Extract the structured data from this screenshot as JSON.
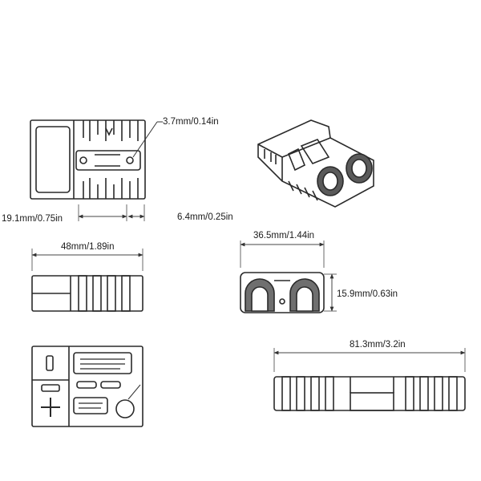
{
  "dimensions": {
    "pin_hole": "3.7mm/0.14in",
    "terminal_offset": "19.1mm/0.75in",
    "pin_spacing": "6.4mm/0.25in",
    "length_short": "48mm/1.89in",
    "width": "36.5mm/1.44in",
    "height": "15.9mm/0.63in",
    "length_total": "81.3mm/3.2in"
  },
  "colors": {
    "line": "#2a2a2a",
    "dim_line": "#444444",
    "fill": "#ffffff",
    "shade": "#6f6f6f"
  },
  "views": [
    "top-view",
    "isometric-view",
    "side-view",
    "front-view",
    "bottom-view",
    "long-side-view"
  ]
}
